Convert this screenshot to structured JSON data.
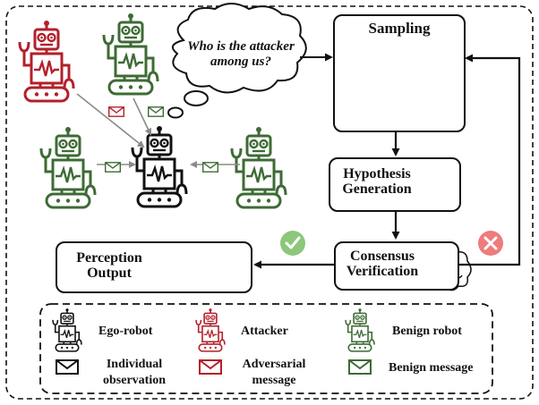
{
  "thought": {
    "line1": "Who is the attacker",
    "line2": "among us?"
  },
  "sampling": {
    "title": "Sampling"
  },
  "hypothesis": {
    "line1": "Hypothesis",
    "line2": "Generation"
  },
  "consensus": {
    "line1": "Consensus",
    "line2": "Verification"
  },
  "perception": {
    "line1": "Perception",
    "line2": "Output"
  },
  "legend": {
    "ego": "Ego-robot",
    "attacker": "Attacker",
    "benign_robot": "Benign robot",
    "individual_1": "Individual",
    "individual_2": "observation",
    "adversarial_1": "Adversarial",
    "adversarial_2": "message",
    "benign_message": "Benign message"
  },
  "colors": {
    "ink": "#111111",
    "attacker_red": "#b3202a",
    "benign_green": "#3e6b35",
    "check_green": "#8cc77a",
    "cross_red": "#ee7c7c",
    "dashed_red": "#b3202a"
  },
  "icons": [
    "robot-icon",
    "envelope-icon",
    "neural-network-icon",
    "brain-icon",
    "cube-icon",
    "sphere-icon",
    "check-icon",
    "cross-icon",
    "thought-cloud-icon"
  ]
}
